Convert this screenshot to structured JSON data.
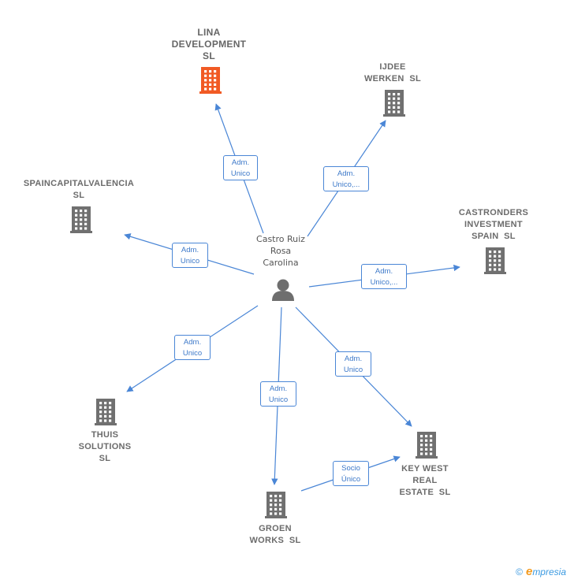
{
  "center": {
    "lines": [
      "Castro Ruiz",
      "Rosa",
      "Carolina"
    ],
    "icon": "person-icon"
  },
  "companies": [
    {
      "id": "lina",
      "lines": [
        "LINA",
        "DEVELOPMENT",
        "SL"
      ],
      "highlight": true,
      "icon": "building-icon"
    },
    {
      "id": "ijdee",
      "lines": [
        "IJDEE",
        "WERKEN  SL"
      ],
      "icon": "building-icon"
    },
    {
      "id": "spaincap",
      "lines": [
        "SPAINCAPITALVALENCIA",
        "SL"
      ],
      "icon": "building-icon"
    },
    {
      "id": "castronders",
      "lines": [
        "CASTRONDERS",
        "INVESTMENT",
        "SPAIN  SL"
      ],
      "icon": "building-icon"
    },
    {
      "id": "thuis",
      "lines": [
        "THUIS",
        "SOLUTIONS",
        "SL"
      ],
      "icon": "building-icon"
    },
    {
      "id": "groen",
      "lines": [
        "GROEN",
        "WORKS  SL"
      ],
      "icon": "building-icon"
    },
    {
      "id": "keywest",
      "lines": [
        "KEY WEST",
        "REAL",
        "ESTATE  SL"
      ],
      "icon": "building-icon"
    }
  ],
  "edges": [
    {
      "to": "lina",
      "lines": [
        "Adm.",
        "Unico"
      ]
    },
    {
      "to": "ijdee",
      "lines": [
        "Adm.",
        "Unico,..."
      ]
    },
    {
      "to": "spaincap",
      "lines": [
        "Adm.",
        "Unico"
      ]
    },
    {
      "to": "castronders",
      "lines": [
        "Adm.",
        "Unico,..."
      ]
    },
    {
      "to": "thuis",
      "lines": [
        "Adm.",
        "Unico"
      ]
    },
    {
      "to": "groen",
      "lines": [
        "Adm.",
        "Unico"
      ]
    },
    {
      "to": "keywest",
      "lines": [
        "Adm.",
        "Unico"
      ]
    },
    {
      "from": "groen",
      "to": "keywest",
      "lines": [
        "Socio",
        "Único"
      ]
    }
  ],
  "colors": {
    "edge": "#4a86d6",
    "building": "#707070",
    "highlight": "#f15a24",
    "person": "#6e6e6e"
  },
  "brand": {
    "copyright": "©",
    "initial": "e",
    "name": "mpresia"
  }
}
